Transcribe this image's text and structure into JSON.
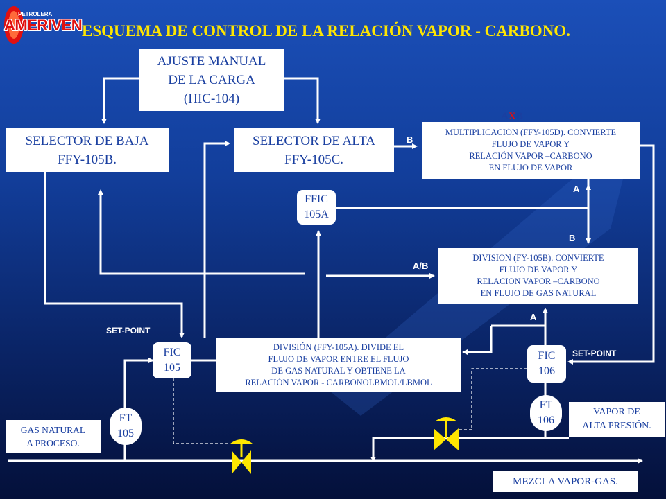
{
  "logo": {
    "top_text": "PETROLERA",
    "main_text": "AMERIVEN"
  },
  "title": "ESQUEMA DE CONTROL DE LA RELACIÓN VAPOR - CARBONO.",
  "ajuste": {
    "l1": "AJUSTE MANUAL",
    "l2": "DE LA CARGA",
    "l3": "(HIC-104)"
  },
  "selector_baja": {
    "l1": "SELECTOR DE BAJA",
    "l2": "FFY-105B."
  },
  "selector_alta": {
    "l1": "SELECTOR DE ALTA",
    "l2": "FFY-105C."
  },
  "multiplicacion": {
    "l1": "MULTIPLICACIÓN (FFY-105D). CONVIERTE",
    "l2": "FLUJO DE VAPOR Y",
    "l3": "RELACIÓN VAPOR –CARBONO",
    "l4": "EN FLUJO DE VAPOR"
  },
  "division_b": {
    "l1": "DIVISION (FY-105B). CONVIERTE",
    "l2": "FLUJO DE VAPOR Y",
    "l3": "RELACION VAPOR –CARBONO",
    "l4": "EN FLUJO DE GAS NATURAL"
  },
  "division_a": {
    "l1": "DIVISIÓN (FFY-105A). DIVIDE EL",
    "l2": "FLUJO DE VAPOR ENTRE EL FLUJO",
    "l3": "DE GAS NATURAL Y OBTIENE LA",
    "l4": "RELACIÓN VAPOR - CARBONOLBMOL/LBMOL"
  },
  "ffic": {
    "l1": "FFIC",
    "l2": "105A"
  },
  "fic105": {
    "l1": "FIC",
    "l2": "105"
  },
  "fic106": {
    "l1": "FIC",
    "l2": "106"
  },
  "ft105": {
    "l1": "FT",
    "l2": "105"
  },
  "ft106": {
    "l1": "FT",
    "l2": "106"
  },
  "gas_natural": {
    "l1": "GAS NATURAL",
    "l2": "A PROCESO."
  },
  "vapor_alta": {
    "l1": "VAPOR DE",
    "l2": "ALTA PRESIÓN."
  },
  "mezcla": "MEZCLA VAPOR-GAS.",
  "labels": {
    "axb_a": "A",
    "axb_x": "X",
    "axb_b": "B",
    "b_mult": "B",
    "a_mult": "A",
    "b_div": "B",
    "a_over_b": "A/B",
    "a_fic106": "A",
    "setpoint_left": "SET-POINT",
    "setpoint_right": "SET-POINT"
  },
  "colors": {
    "title": "#ffe600",
    "box_text": "#1a3fa0",
    "valve": "#ffe600",
    "line": "#ffffff",
    "logo_red": "#e01010"
  }
}
